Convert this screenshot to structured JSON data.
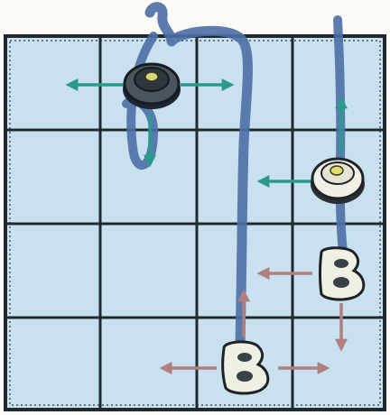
{
  "board": {
    "rows": 4,
    "cols": 4,
    "background": "#c9e0ef",
    "line_color": "#1f2a30",
    "path_color": "#4d6fa6"
  },
  "pieces": [
    {
      "id": "dark-token",
      "kind": "token",
      "row": 0,
      "col": 1,
      "style": "dark"
    },
    {
      "id": "light-token",
      "kind": "token",
      "row": 1,
      "col": 3,
      "style": "light"
    },
    {
      "id": "b-piece-right",
      "kind": "letter",
      "label": "B",
      "row": 2,
      "col": 3
    },
    {
      "id": "b-piece-bottom",
      "kind": "letter",
      "label": "B",
      "row": 3,
      "col": 2
    }
  ],
  "arrows": {
    "teal_color": "#2a9a8a",
    "rose_color": "#b07f80"
  }
}
